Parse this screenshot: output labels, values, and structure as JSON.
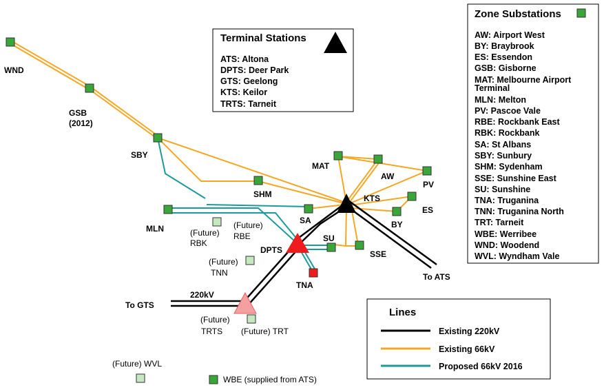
{
  "terminal_legend": {
    "title": "Terminal Stations",
    "items": [
      "ATS: Altona",
      "DPTS: Deer Park",
      "GTS: Geelong",
      "KTS: Keilor",
      "TRTS: Tarneit"
    ]
  },
  "zone_legend": {
    "title": "Zone Substations",
    "items": [
      "AW: Airport West",
      "BY: Braybrook",
      "ES: Essendon",
      "GSB: Gisborne",
      "MAT: Melbourne Airport",
      "Terminal",
      "MLN: Melton",
      "PV: Pascoe Vale",
      "RBE: Rockbank East",
      "RBK: Rockbank",
      "SA: St Albans",
      "SBY: Sunbury",
      "SHM: Sydenham",
      "SSE: Sunshine East",
      "SU: Sunshine",
      "TNA: Truganina",
      "TNN: Truganina North",
      "TRT: Tarneit",
      "WBE: Werribee",
      "WND: Woodend",
      "WVL: Wyndham Vale"
    ]
  },
  "lines_legend": {
    "title": "Lines",
    "items": [
      {
        "label": "Existing 220kV",
        "color": "#000000"
      },
      {
        "label": "Existing 66kV",
        "color": "#f5a623"
      },
      {
        "label": "Proposed 66kV 2016",
        "color": "#1a9a9a"
      }
    ]
  },
  "labels": {
    "wnd": "WND",
    "gsb": "GSB",
    "gsb_year": "(2012)",
    "sby": "SBY",
    "mat": "MAT",
    "aw": "AW",
    "pv": "PV",
    "kts": "KTS",
    "es": "ES",
    "shm": "SHM",
    "by": "BY",
    "sa": "SA",
    "mln": "MLN",
    "rbk_future": "(Future)",
    "rbk": "RBK",
    "rbe_future": "(Future)",
    "rbe": "RBE",
    "dpts": "DPTS",
    "su": "SU",
    "sse": "SSE",
    "tnn_future": "(Future)",
    "tnn": "TNN",
    "tna": "TNA",
    "to_ats": "To ATS",
    "kv220": "220kV",
    "to_gts": "To GTS",
    "trts_future": "(Future)",
    "trts": "TRTS",
    "trt": "(Future) TRT",
    "wvl": "(Future) WVL",
    "wbe": "WBE (supplied from ATS)"
  },
  "colors": {
    "k220": "#000000",
    "k66": "#f5a623",
    "proposed": "#1a9a9a",
    "zone": "#3aa63a",
    "zone_future": "#c6e8c0",
    "terminal_new": "#ee1c1c",
    "terminal_future": "#f4a0a0",
    "tna": "#ee1c1c"
  }
}
